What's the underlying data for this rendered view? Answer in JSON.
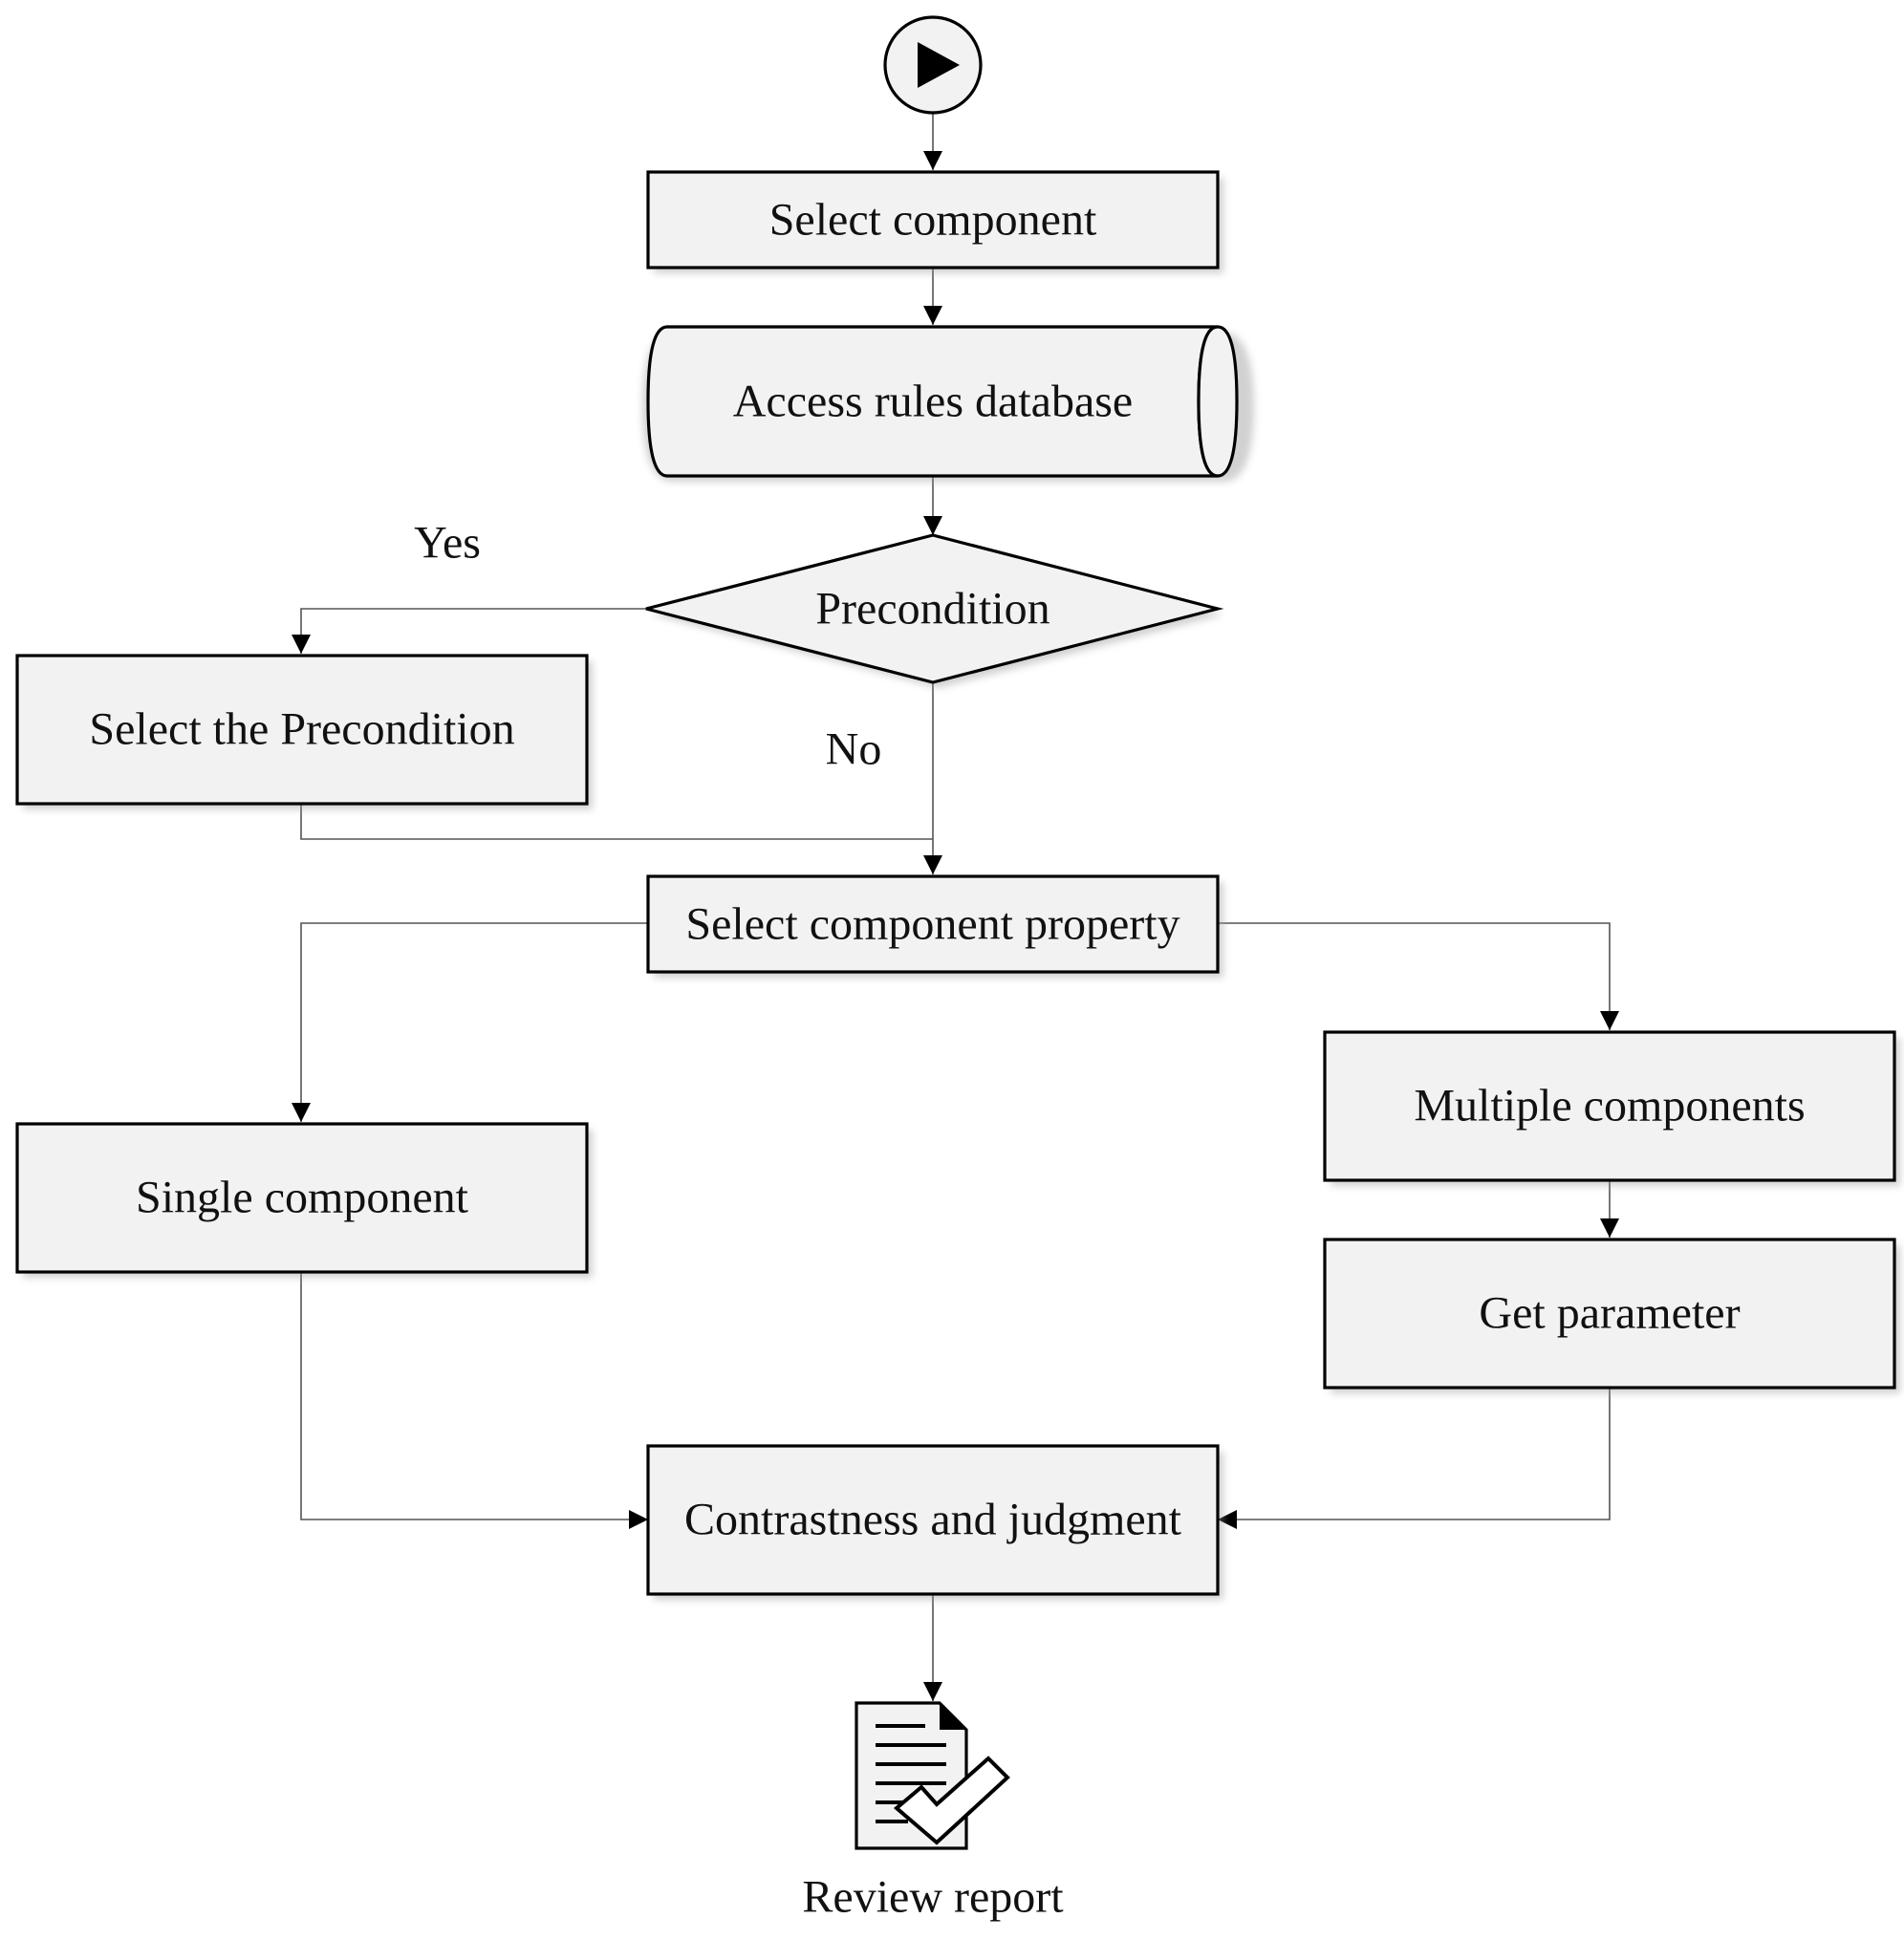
{
  "colors": {
    "box_fill": "#f2f2f2",
    "box_stroke": "#000000",
    "connector": "#555555",
    "text": "#111111"
  },
  "icons": {
    "start": "play-button-icon",
    "end": "document-checkmark-icon"
  },
  "nodes": {
    "select_component": "Select component",
    "access_rules_database": "Access rules database",
    "precondition": "Precondition",
    "select_the_precondition": "Select the Precondition",
    "select_component_property": "Select component property",
    "single_component": "Single component",
    "multiple_components": "Multiple components",
    "get_parameter": "Get parameter",
    "contrastness_and_judgment": "Contrastness and judgment",
    "review_report": "Review report"
  },
  "edge_labels": {
    "yes": "Yes",
    "no": "No"
  }
}
